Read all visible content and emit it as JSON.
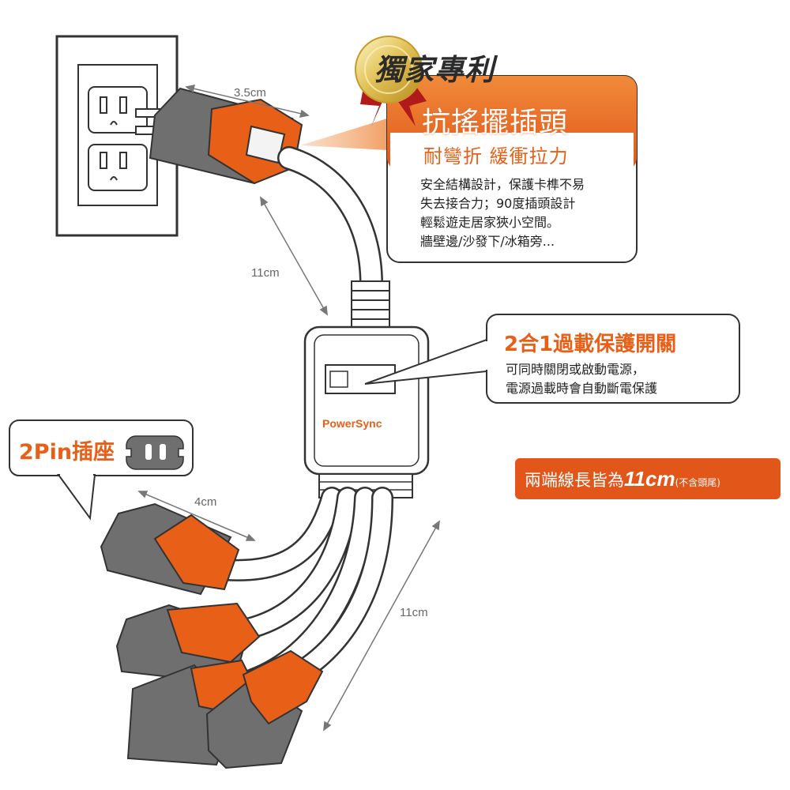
{
  "patent_badge": {
    "text": "獨家專利"
  },
  "feature_callout": {
    "heading": "抗搖擺插頭",
    "subheading": "耐彎折 緩衝拉力",
    "lines": [
      "安全結構設計，保護卡榫不易",
      "失去接合力；90度插頭設計",
      "輕鬆遊走居家狹小空間。",
      "牆壁邊/沙發下/冰箱旁..."
    ]
  },
  "switch_callout": {
    "heading": "2合1過載保護開關",
    "lines": [
      "可同時關閉或啟動電源，",
      "電源過載時會自動斷電保護"
    ]
  },
  "pin_callout": {
    "heading": "2Pin插座"
  },
  "length_note": {
    "prefix": "兩端線長皆為",
    "value": "11cm",
    "suffix": "(不含頭尾)"
  },
  "brand": "PowerSync",
  "dimensions": {
    "plug_width": "3.5cm",
    "upper_cable": "11cm",
    "socket_width": "4cm",
    "lower_cable": "11cm"
  },
  "colors": {
    "accent": "#e85f18",
    "body_gray": "#6f6f6f",
    "cable": "#ffffff",
    "outline": "#3a3a3a"
  }
}
